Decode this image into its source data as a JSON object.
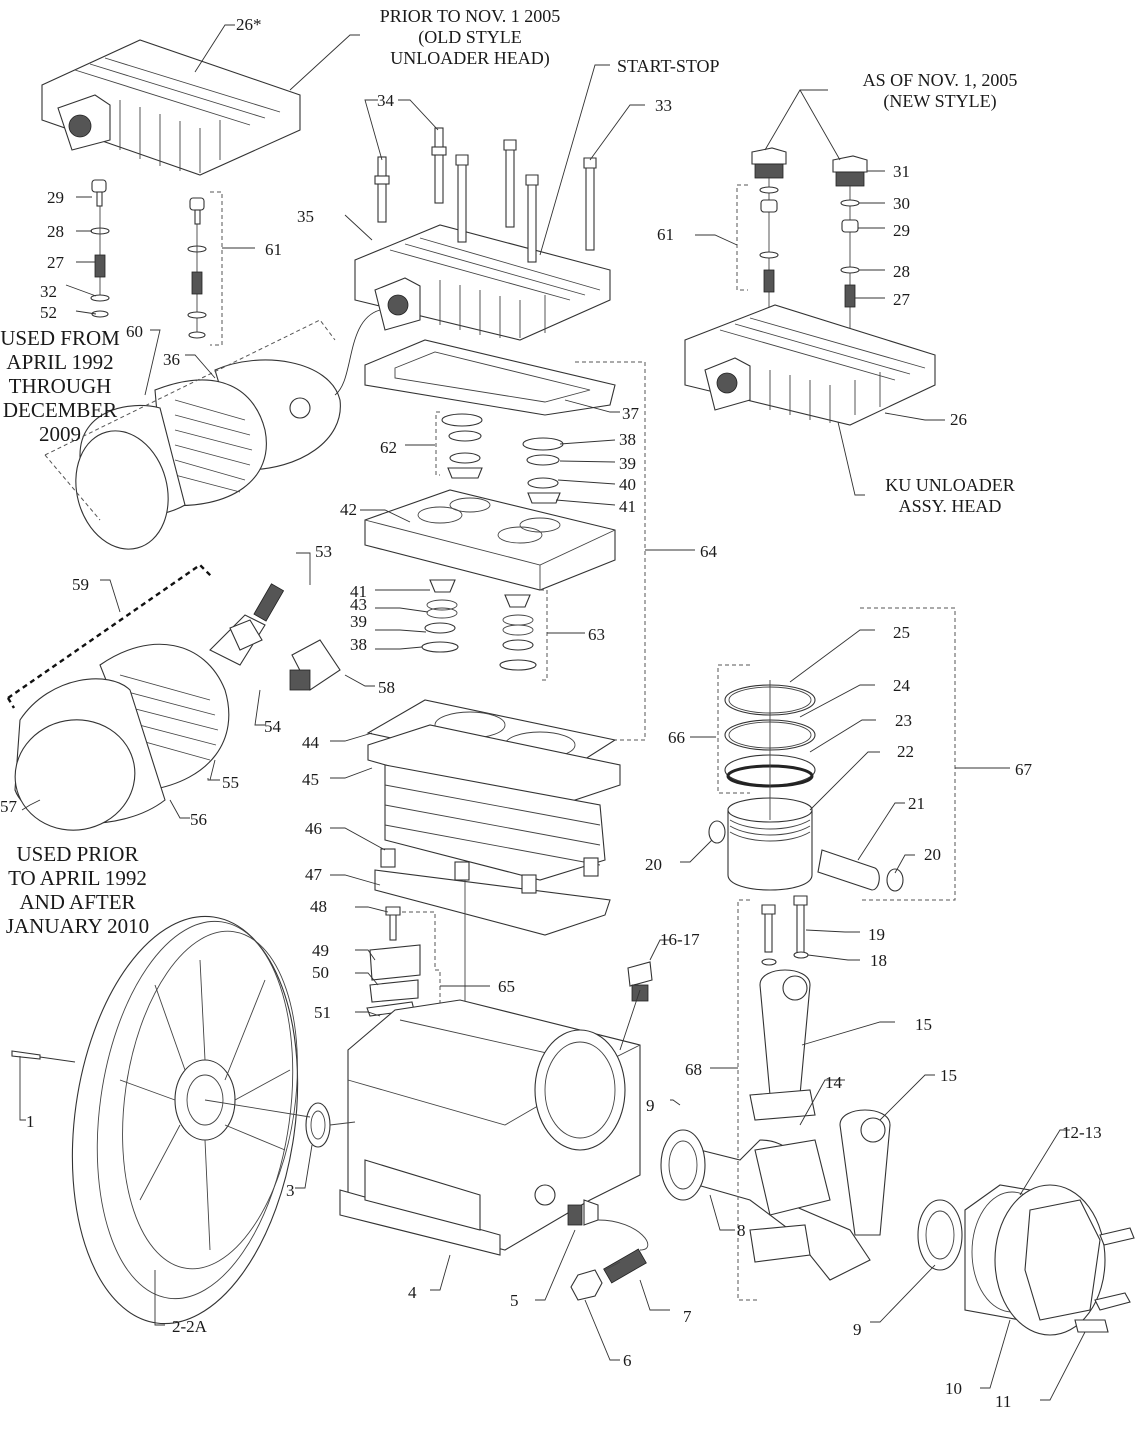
{
  "diagram": {
    "title": "Air Compressor Pump Exploded Parts Diagram",
    "notes": {
      "old_style_head": [
        "PRIOR TO NOV. 1 2005",
        "(OLD STYLE",
        "UNLOADER HEAD)"
      ],
      "start_stop": "START-STOP",
      "new_style": [
        "AS OF NOV. 1, 2005",
        "(NEW STYLE)"
      ],
      "ku_unloader": [
        "KU UNLOADER",
        "ASSY. HEAD"
      ],
      "filter_1992_2009": [
        "USED FROM",
        "APRIL 1992",
        "THROUGH",
        "DECEMBER",
        "2009"
      ],
      "filter_prior_after": [
        "USED PRIOR",
        "TO APRIL 1992",
        "AND AFTER",
        "JANUARY 2010"
      ]
    },
    "part_labels": [
      {
        "id": "p26star",
        "text": "26*"
      },
      {
        "id": "p34",
        "text": "34"
      },
      {
        "id": "p33",
        "text": "33"
      },
      {
        "id": "p31",
        "text": "31"
      },
      {
        "id": "p30",
        "text": "30"
      },
      {
        "id": "p29r",
        "text": "29"
      },
      {
        "id": "p28r",
        "text": "28"
      },
      {
        "id": "p27r",
        "text": "27"
      },
      {
        "id": "p61r",
        "text": "61"
      },
      {
        "id": "p26",
        "text": "26"
      },
      {
        "id": "p35",
        "text": "35"
      },
      {
        "id": "p29l",
        "text": "29"
      },
      {
        "id": "p28l",
        "text": "28"
      },
      {
        "id": "p27l",
        "text": "27"
      },
      {
        "id": "p32",
        "text": "32"
      },
      {
        "id": "p52",
        "text": "52"
      },
      {
        "id": "p61l",
        "text": "61"
      },
      {
        "id": "p60",
        "text": "60"
      },
      {
        "id": "p36",
        "text": "36"
      },
      {
        "id": "p37",
        "text": "37"
      },
      {
        "id": "p62",
        "text": "62"
      },
      {
        "id": "p38a",
        "text": "38"
      },
      {
        "id": "p39a",
        "text": "39"
      },
      {
        "id": "p40",
        "text": "40"
      },
      {
        "id": "p41a",
        "text": "41"
      },
      {
        "id": "p42",
        "text": "42"
      },
      {
        "id": "p64",
        "text": "64"
      },
      {
        "id": "p53",
        "text": "53"
      },
      {
        "id": "p41b",
        "text": "41"
      },
      {
        "id": "p43",
        "text": "43"
      },
      {
        "id": "p39b",
        "text": "39"
      },
      {
        "id": "p38b",
        "text": "38"
      },
      {
        "id": "p63",
        "text": "63"
      },
      {
        "id": "p59",
        "text": "59"
      },
      {
        "id": "p58",
        "text": "58"
      },
      {
        "id": "p54",
        "text": "54"
      },
      {
        "id": "p55",
        "text": "55"
      },
      {
        "id": "p56",
        "text": "56"
      },
      {
        "id": "p57",
        "text": "57"
      },
      {
        "id": "p44",
        "text": "44"
      },
      {
        "id": "p45",
        "text": "45"
      },
      {
        "id": "p46",
        "text": "46"
      },
      {
        "id": "p47",
        "text": "47"
      },
      {
        "id": "p48",
        "text": "48"
      },
      {
        "id": "p49",
        "text": "49"
      },
      {
        "id": "p50",
        "text": "50"
      },
      {
        "id": "p51",
        "text": "51"
      },
      {
        "id": "p65",
        "text": "65"
      },
      {
        "id": "p25",
        "text": "25"
      },
      {
        "id": "p24",
        "text": "24"
      },
      {
        "id": "p23",
        "text": "23"
      },
      {
        "id": "p22",
        "text": "22"
      },
      {
        "id": "p66",
        "text": "66"
      },
      {
        "id": "p67",
        "text": "67"
      },
      {
        "id": "p21",
        "text": "21"
      },
      {
        "id": "p20a",
        "text": "20"
      },
      {
        "id": "p20b",
        "text": "20"
      },
      {
        "id": "p19",
        "text": "19"
      },
      {
        "id": "p18",
        "text": "18"
      },
      {
        "id": "p16_17",
        "text": "16-17"
      },
      {
        "id": "p15a",
        "text": "15"
      },
      {
        "id": "p15b",
        "text": "15"
      },
      {
        "id": "p14",
        "text": "14"
      },
      {
        "id": "p68",
        "text": "68"
      },
      {
        "id": "p9a",
        "text": "9"
      },
      {
        "id": "p9b",
        "text": "9"
      },
      {
        "id": "p8",
        "text": "8"
      },
      {
        "id": "p12_13",
        "text": "12-13"
      },
      {
        "id": "p10",
        "text": "10"
      },
      {
        "id": "p11",
        "text": "11"
      },
      {
        "id": "p1",
        "text": "1"
      },
      {
        "id": "p2_2A",
        "text": "2-2A"
      },
      {
        "id": "p3",
        "text": "3"
      },
      {
        "id": "p4",
        "text": "4"
      },
      {
        "id": "p5",
        "text": "5"
      },
      {
        "id": "p6",
        "text": "6"
      },
      {
        "id": "p7",
        "text": "7"
      }
    ]
  }
}
